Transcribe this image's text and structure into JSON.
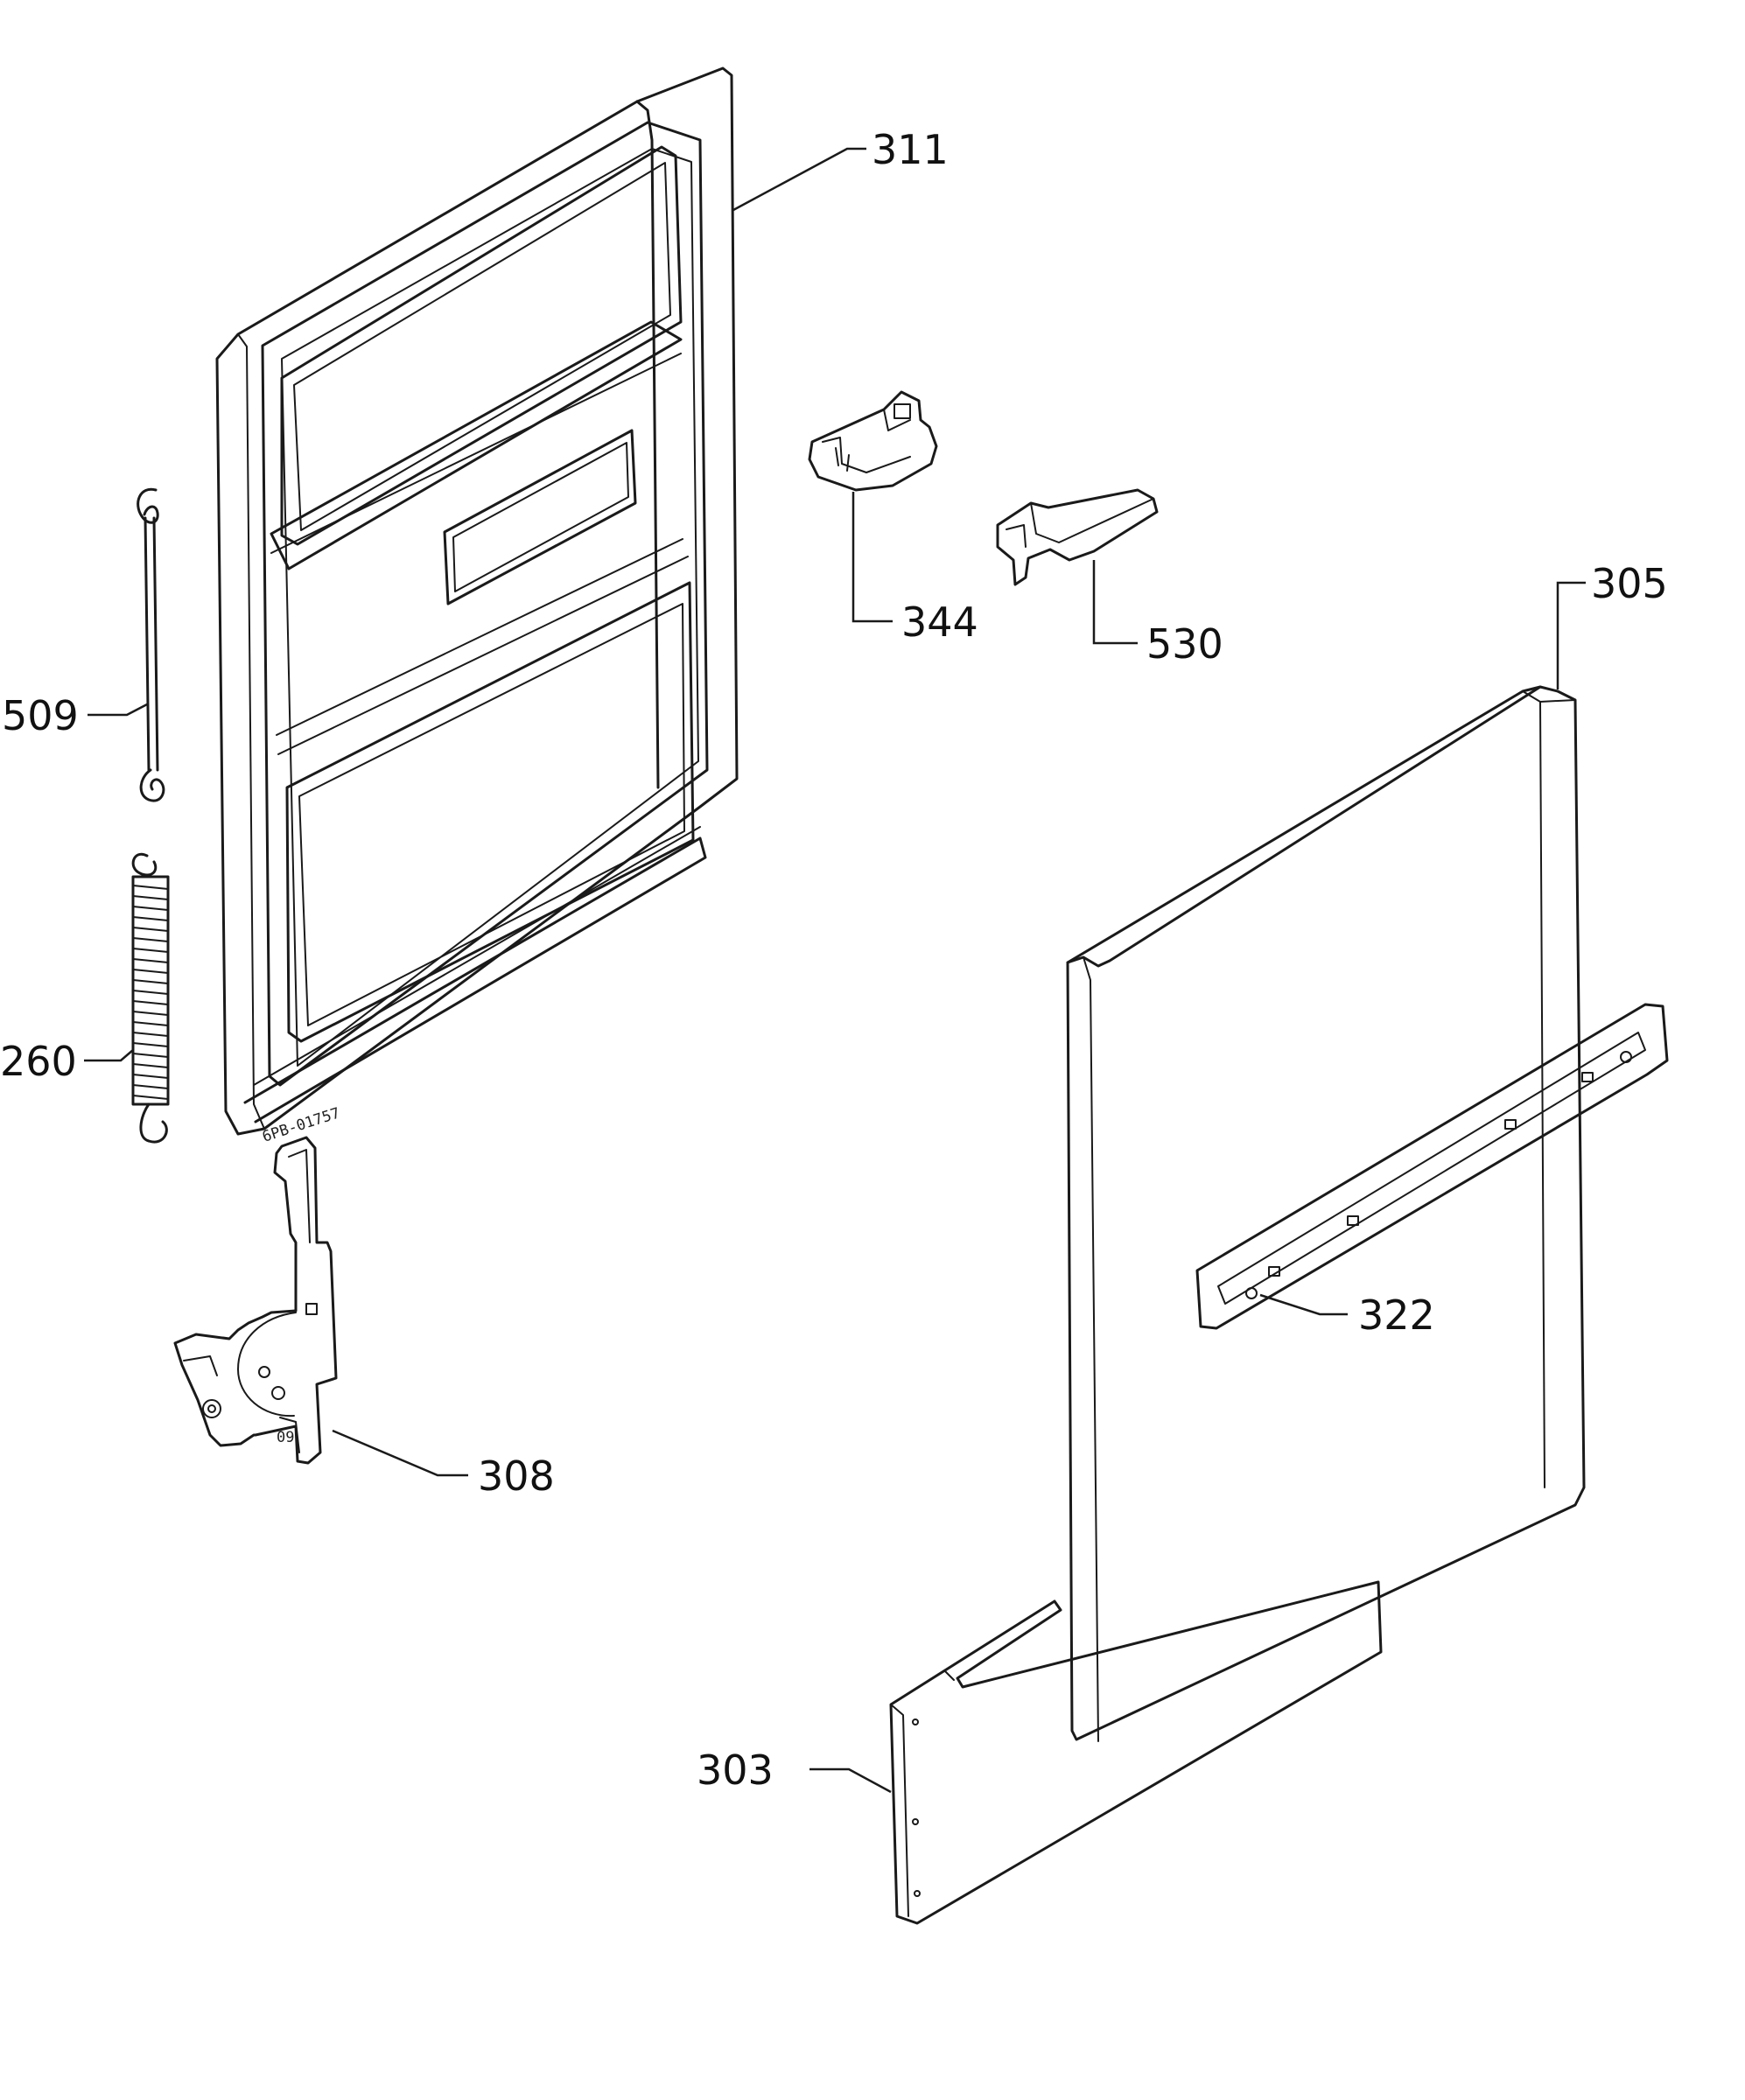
{
  "diagram": {
    "drawing_code": "6PB-01757",
    "callouts": [
      {
        "id": "311",
        "label": "311",
        "part": "inner-door-panel"
      },
      {
        "id": "344",
        "label": "344",
        "part": "door-latch"
      },
      {
        "id": "530",
        "label": "530",
        "part": "door-handle"
      },
      {
        "id": "305",
        "label": "305",
        "part": "outer-door-panel"
      },
      {
        "id": "509",
        "label": "509",
        "part": "link-rod"
      },
      {
        "id": "260",
        "label": "260",
        "part": "door-spring"
      },
      {
        "id": "322",
        "label": "322",
        "part": "handle-strip"
      },
      {
        "id": "308",
        "label": "308",
        "part": "door-hinge"
      },
      {
        "id": "303",
        "label": "303",
        "part": "kick-plate"
      }
    ]
  }
}
